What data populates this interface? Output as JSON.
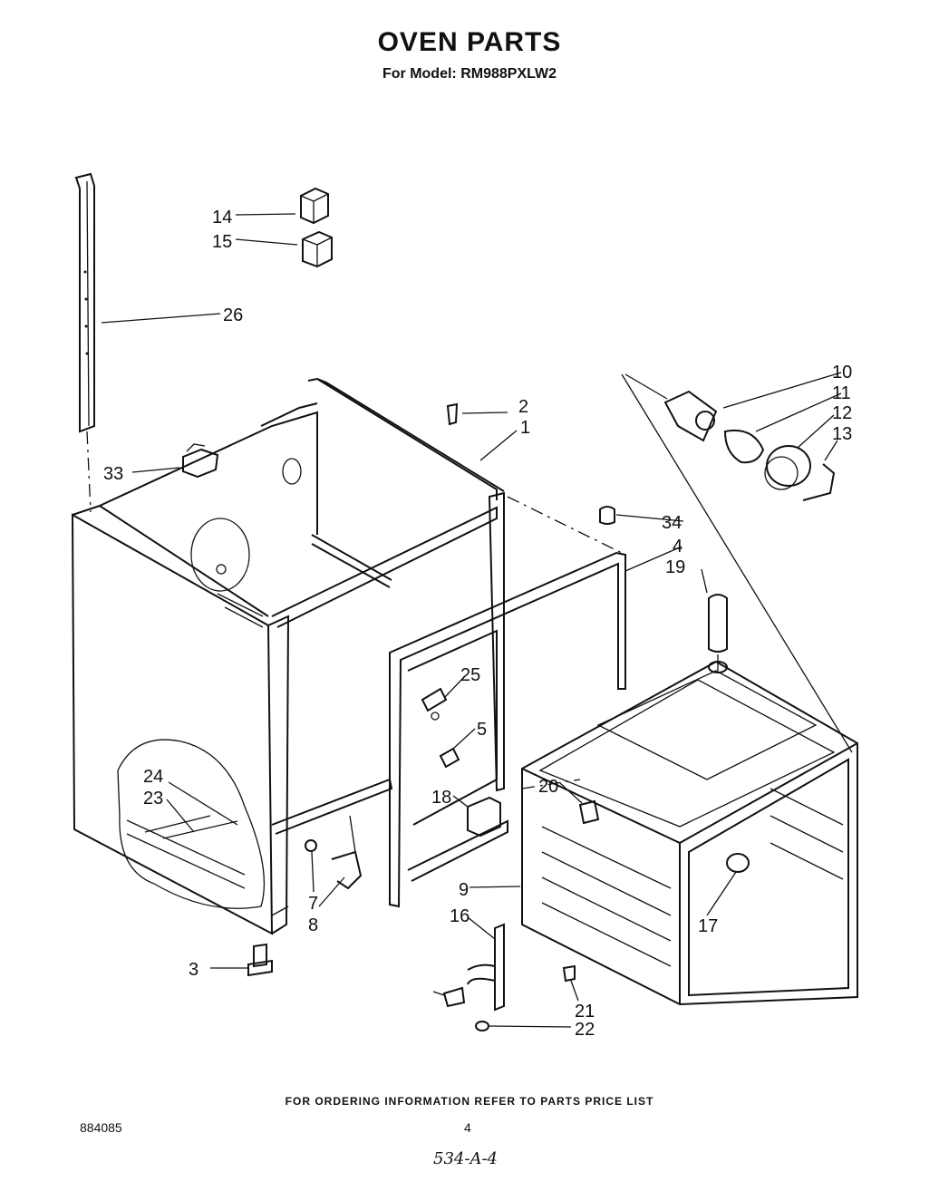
{
  "header": {
    "title": "OVEN PARTS",
    "model_line": "For Model: RM988PXLW2"
  },
  "callouts": {
    "c1": "1",
    "c2": "2",
    "c3": "3",
    "c4": "4",
    "c5": "5",
    "c7": "7",
    "c8": "8",
    "c9": "9",
    "c10": "10",
    "c11": "11",
    "c12": "12",
    "c13": "13",
    "c14": "14",
    "c15": "15",
    "c16": "16",
    "c17": "17",
    "c18": "18",
    "c19": "19",
    "c20": "20",
    "c21": "21",
    "c22": "22",
    "c23": "23",
    "c24": "24",
    "c25": "25",
    "c26": "26",
    "c33": "33",
    "c34": "34"
  },
  "footer": {
    "ordering_note": "FOR ORDERING INFORMATION REFER TO PARTS PRICE LIST",
    "doc_number": "884085",
    "page_number": "4",
    "handwritten_code": "534-A-4"
  }
}
